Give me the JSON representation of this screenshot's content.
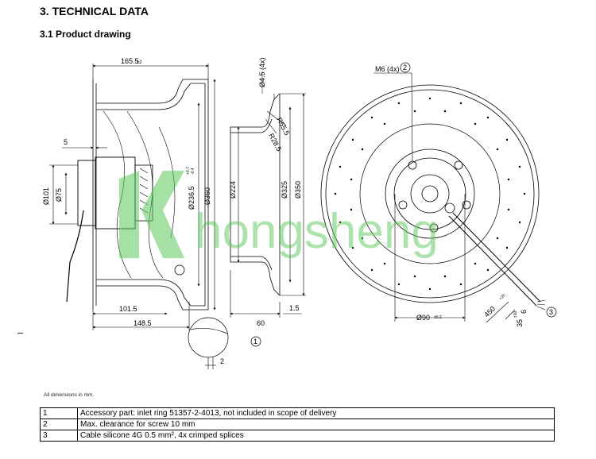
{
  "section_title": "3. TECHNICAL DATA",
  "subsection_title": "3.1 Product drawing",
  "watermark": "hongsheng",
  "dimensions": {
    "d165_5": "165.5",
    "d165_5_tol": "±2",
    "d5": "5",
    "d101": "Ø101",
    "d75": "Ø75",
    "d236_5": "Ø236.5",
    "d236_5_tol_upper": "+0.7",
    "d236_5_tol_lower": "-0.4",
    "d360": "Ø360",
    "d101_5": "101.5",
    "d148_5": "148.5",
    "d2": "2",
    "d4_5": "Ø4.5 (4x)",
    "r55_5": "R55.5",
    "r28_5": "R28.5",
    "d224": "Ø224",
    "d325": "Ø325",
    "d350": "Ø350",
    "d60": "60",
    "d1_5": "1.5",
    "m6": "M6 (4x)",
    "d90": "Ø90",
    "d90_tol": "±0.2",
    "d450": "450",
    "d450_tol": "+20",
    "d6": "6",
    "d35": "35",
    "d35_tol": "±10",
    "callout_1": "1",
    "callout_2": "2",
    "callout_3": "3"
  },
  "note": "All dimensions in mm.",
  "notes_table": [
    {
      "num": "1",
      "text": "Accessory part: inlet ring 51357-2-4013, not included in scope of delivery"
    },
    {
      "num": "2",
      "text": "Max. clearance for screw 10 mm"
    },
    {
      "num": "3",
      "text": "Cable silicone 4G 0.5 mm², 4x crimped splices"
    }
  ],
  "colors": {
    "watermark": "#5cc85c",
    "line": "#000000"
  }
}
